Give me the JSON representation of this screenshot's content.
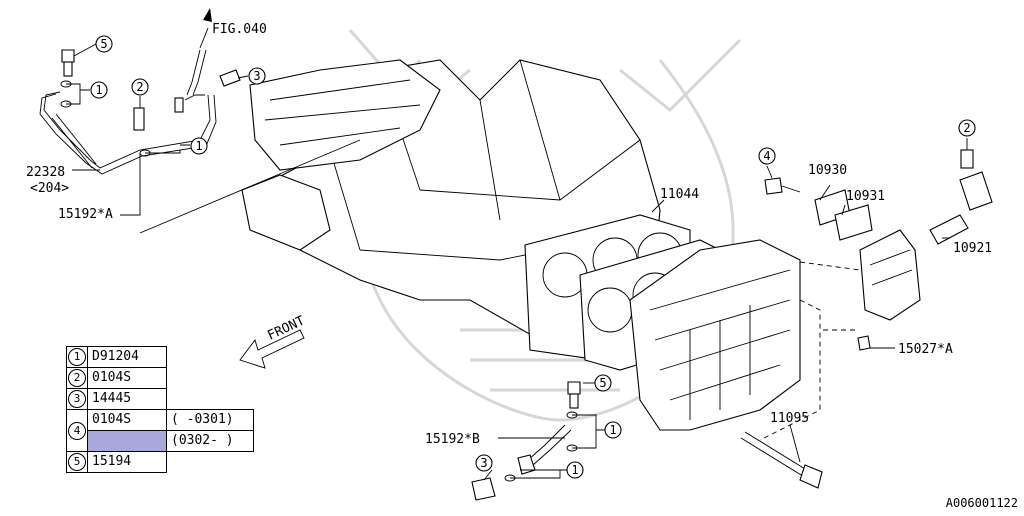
{
  "diagram_id": "A006001122",
  "front_label": "FRONT",
  "callouts": {
    "fig_ref": "FIG.040",
    "p22328": "22328",
    "p22328_sub": "<204>",
    "p15192a": "15192*A",
    "p15192b": "15192*B",
    "p11044": "11044",
    "p10930": "10930",
    "p10931": "10931",
    "p10921": "10921",
    "p15027a": "15027*A",
    "p11095": "11095"
  },
  "circles": {
    "c1": "1",
    "c2": "2",
    "c3": "3",
    "c4": "4",
    "c5": "5"
  },
  "legend": {
    "rows": [
      {
        "num": "1",
        "code": "D91204",
        "range": ""
      },
      {
        "num": "2",
        "code": "0104S",
        "range": ""
      },
      {
        "num": "3",
        "code": "14445",
        "range": ""
      },
      {
        "num": "4",
        "code": "0104S",
        "range": "( -0301)"
      },
      {
        "num": "4",
        "code": "",
        "range": "(0302- )"
      },
      {
        "num": "5",
        "code": "15194",
        "range": ""
      }
    ]
  },
  "colors": {
    "highlight": "#a8a8dc",
    "watermark": "#d6d6d6"
  }
}
